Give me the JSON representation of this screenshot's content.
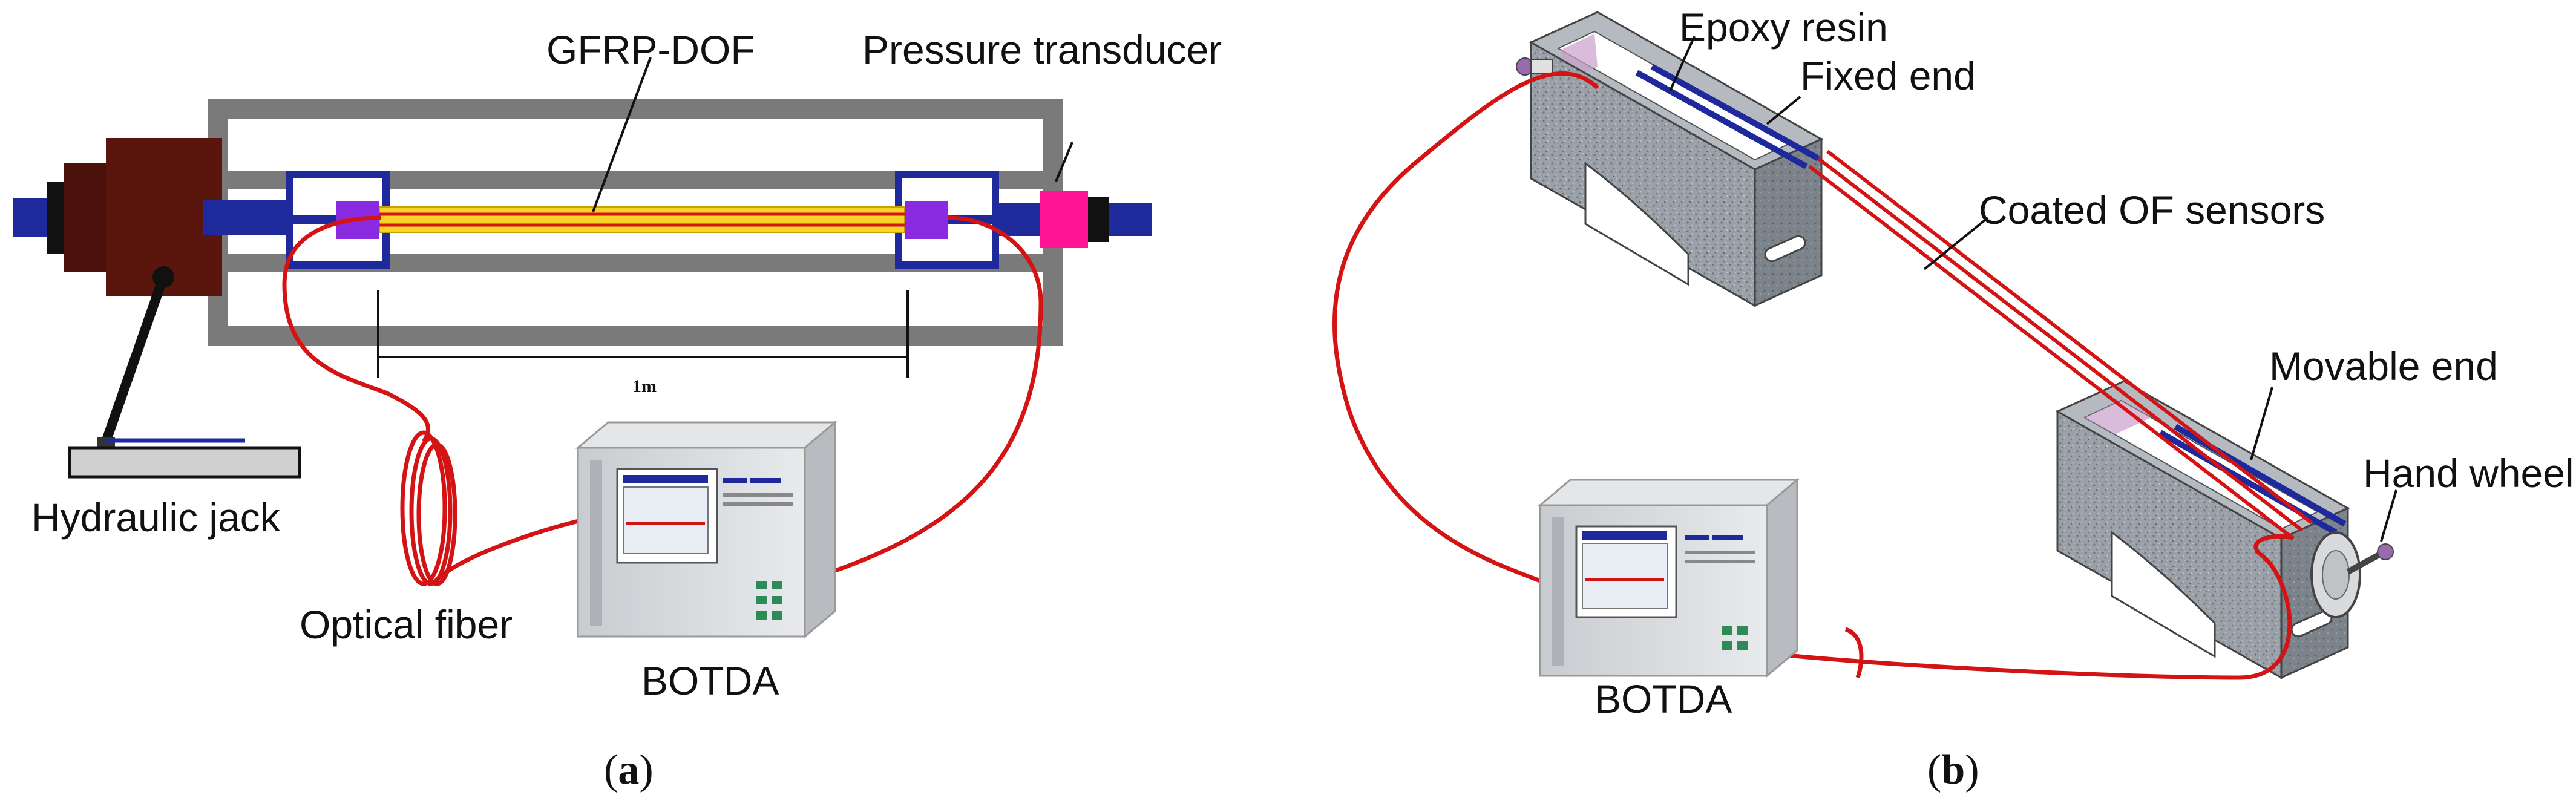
{
  "panel_a": {
    "labels": {
      "gfrp": "GFRP-DOF",
      "pressure": "Pressure transducer",
      "hydraulic": "Hydraulic jack",
      "fiber": "Optical fiber",
      "botda": "BOTDA",
      "length": "1m"
    },
    "caption": {
      "open": "(",
      "letter": "a",
      "close": ")"
    }
  },
  "panel_b": {
    "labels": {
      "epoxy": "Epoxy resin",
      "fixed": "Fixed end",
      "coated": "Coated OF sensors",
      "movable": "Movable end",
      "handwheel": "Hand wheel",
      "botda": "BOTDA"
    },
    "caption": {
      "open": "(",
      "letter": "b",
      "close": ")"
    }
  },
  "colors": {
    "fiber": "#d41414",
    "frame": "#7a7a7a",
    "jack": "#5a160c",
    "clamp": "#1e2a9c",
    "anchor": "#8a2be2",
    "transducer": "#ff1493",
    "rod": "#f5d327",
    "stone": "#8a9099"
  }
}
